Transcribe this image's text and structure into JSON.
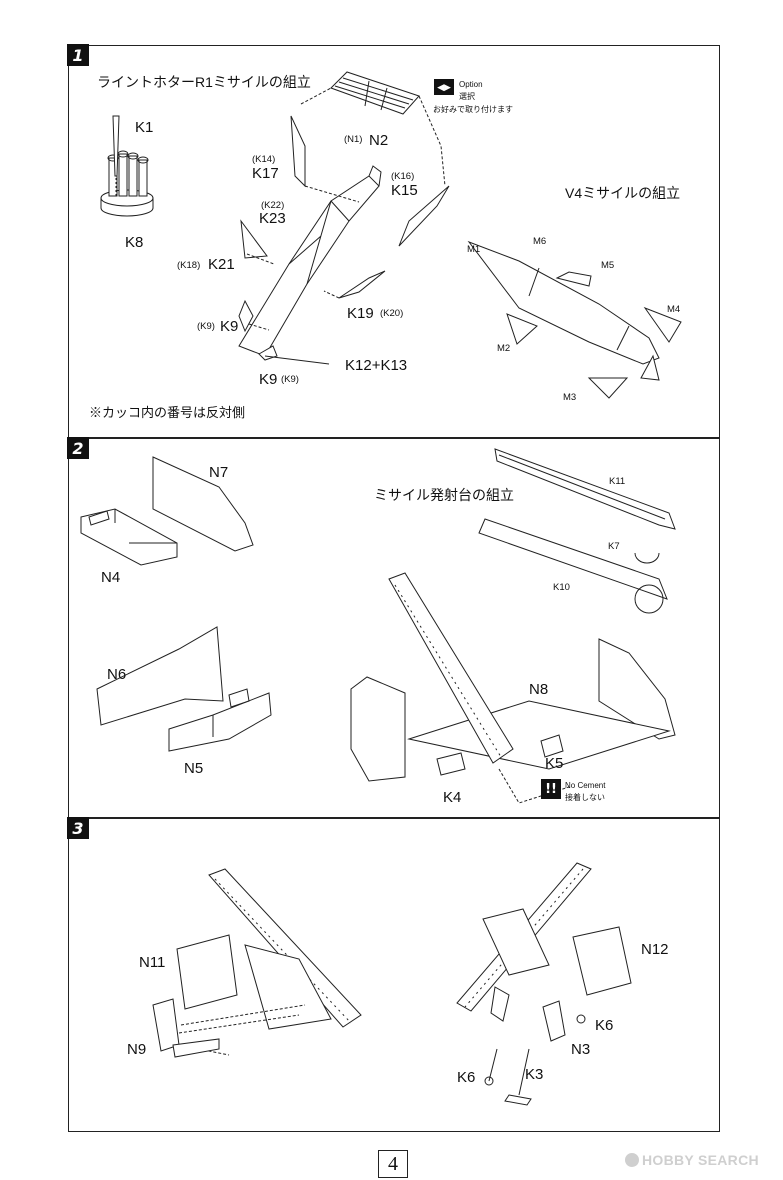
{
  "steps": [
    {
      "number": "1",
      "titles": {
        "r1": "ライントホターR1ミサイルの組立",
        "v4": "V4ミサイルの組立"
      },
      "option": {
        "icon": "◀▶",
        "line1": "Option",
        "line2": "選択",
        "line3": "お好みで取り付けます"
      },
      "note": "※カッコ内の番号は反対側",
      "labels": {
        "k1": "K1",
        "k8": "K8",
        "n1": "(N1)",
        "n2": "N2",
        "k14": "(K14)",
        "k17": "K17",
        "k16": "(K16)",
        "k15": "K15",
        "k22": "(K22)",
        "k23": "K23",
        "k18": "(K18)",
        "k21": "K21",
        "k19": "K19",
        "k20": "(K20)",
        "k9a_paren": "(K9)",
        "k9a": "K9",
        "k9b": "K9",
        "k9b_paren": "(K9)",
        "k12k13": "K12+K13",
        "m1": "M1",
        "m2": "M2",
        "m3": "M3",
        "m4": "M4",
        "m5": "M5",
        "m6": "M6"
      }
    },
    {
      "number": "2",
      "title": "ミサイル発射台の組立",
      "no_cement_line1": "No Cement",
      "no_cement_line2": "接着しない",
      "warn_icon": "!!",
      "labels": {
        "n7": "N7",
        "n4": "N4",
        "n6": "N6",
        "n5": "N5",
        "n8": "N8",
        "k4": "K4",
        "k5": "K5",
        "k7": "K7",
        "k10": "K10",
        "k11": "K11"
      }
    },
    {
      "number": "3",
      "labels": {
        "n11": "N11",
        "n9": "N9",
        "n12": "N12",
        "k6a": "K6",
        "n3": "N3",
        "k6b": "K6",
        "k3": "K3"
      }
    }
  ],
  "page_number": "4",
  "watermark": "HOBBY SEARCH"
}
